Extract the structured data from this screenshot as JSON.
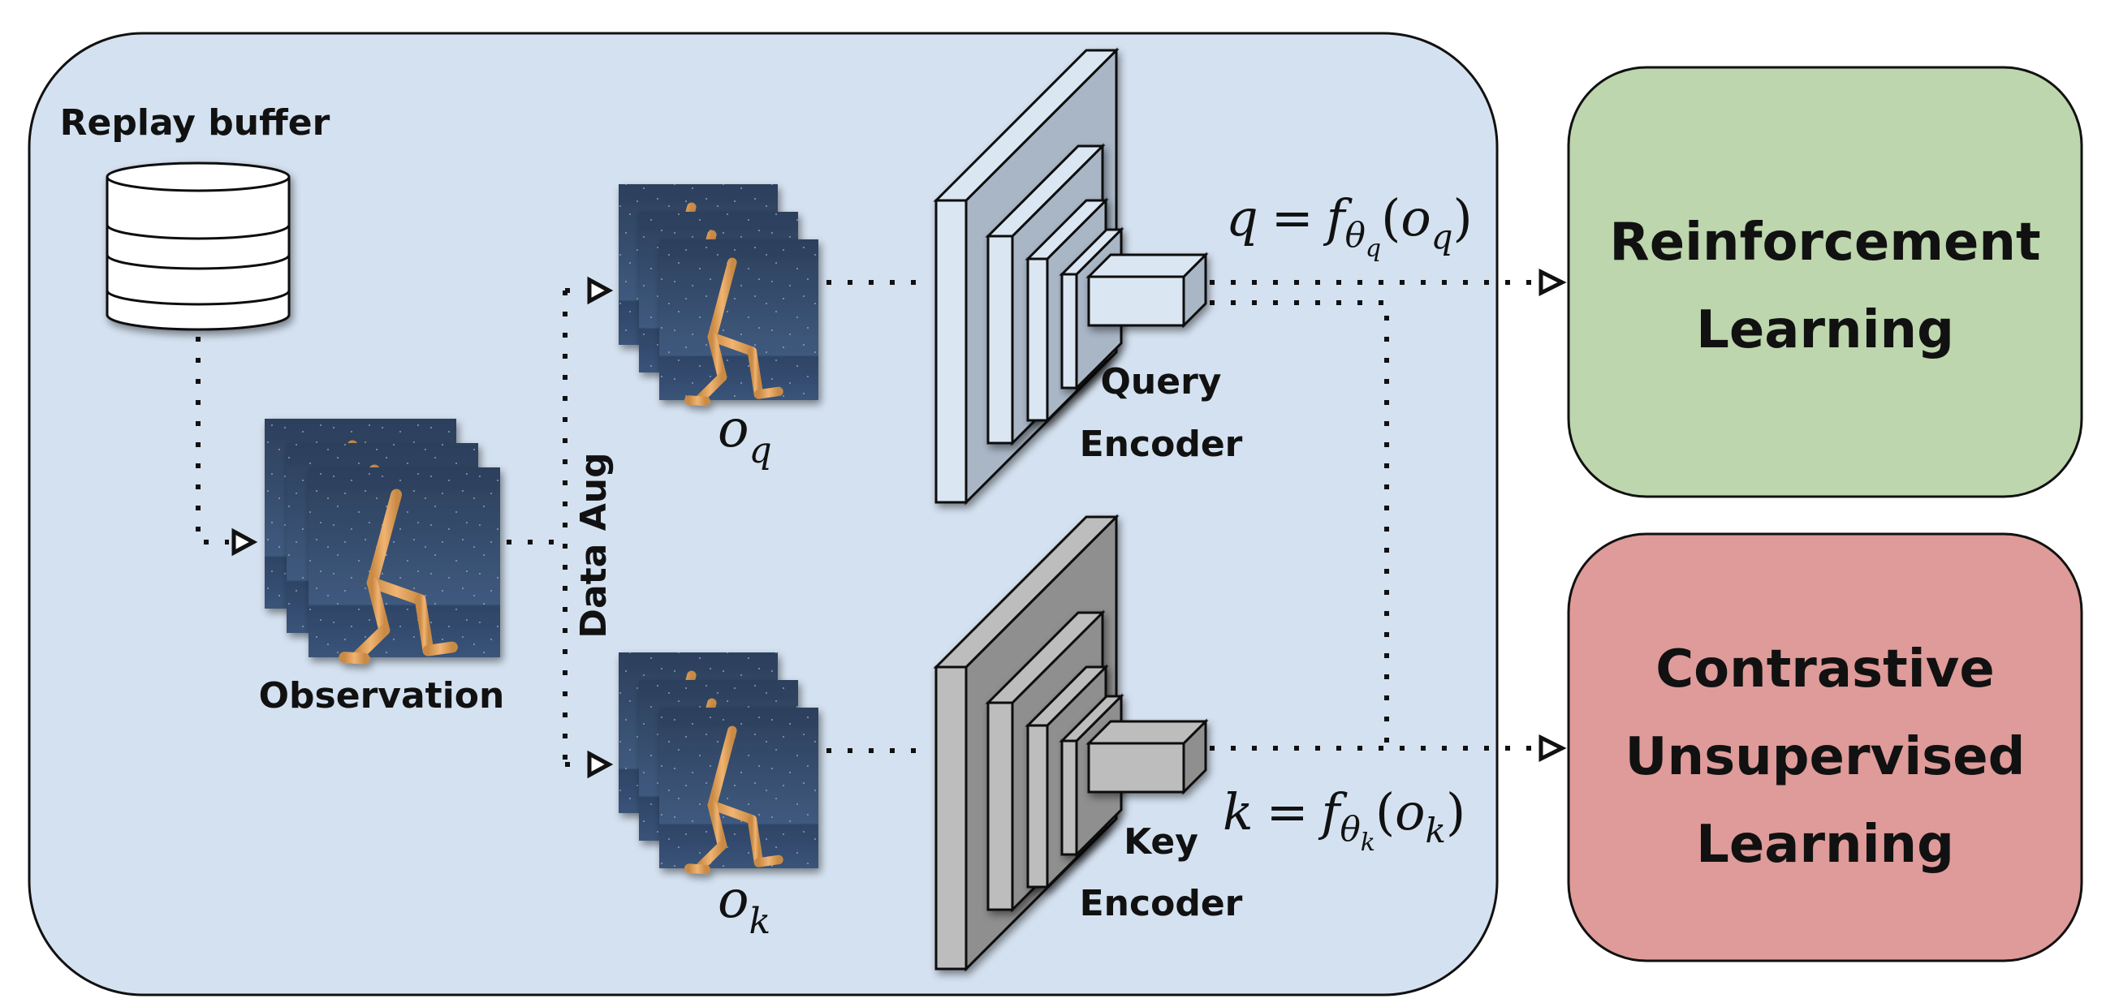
{
  "panel": {
    "background": "#d4e1f0",
    "replay_buffer_label": "Replay buffer",
    "observation_label": "Observation",
    "data_aug_label": "Data Aug",
    "oq_label": {
      "base": "o",
      "sub": "q"
    },
    "ok_label": {
      "base": "o",
      "sub": "k"
    }
  },
  "query_encoder": {
    "label_line1": "Query",
    "label_line2": "Encoder",
    "face_color": "#dbe6f3",
    "side_color": "#a9b6c6",
    "equation": {
      "lhs": "q",
      "eq": "=",
      "f": "f",
      "theta": "θ",
      "theta_sub": "q",
      "arg_base": "o",
      "arg_sub": "q"
    }
  },
  "key_encoder": {
    "label_line1": "Key",
    "label_line2": "Encoder",
    "face_color": "#bdbdbd",
    "side_color": "#8f8f8f",
    "equation": {
      "lhs": "k",
      "eq": "=",
      "f": "f",
      "theta": "θ",
      "theta_sub": "k",
      "arg_base": "o",
      "arg_sub": "k"
    }
  },
  "outputs": {
    "rl": {
      "lines": [
        "Reinforcement",
        "Learning"
      ],
      "color": "#bdd6ad"
    },
    "cul": {
      "lines": [
        "Contrastive",
        "Unsupervised",
        "Learning"
      ],
      "color": "#de9b99"
    }
  }
}
